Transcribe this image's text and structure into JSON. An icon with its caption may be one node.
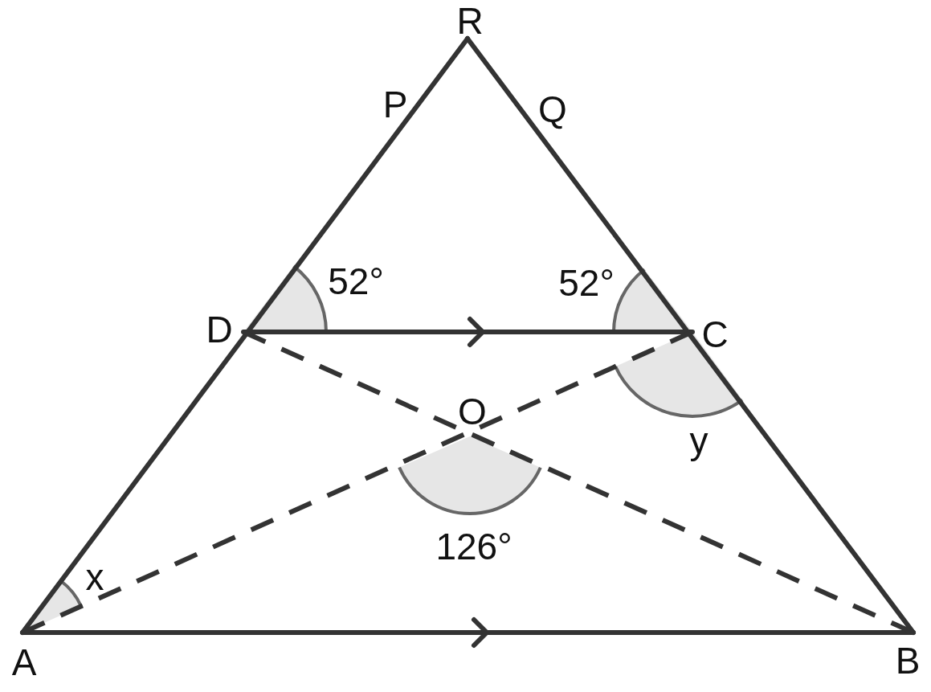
{
  "diagram": {
    "labels": [
      "R",
      "P",
      "Q",
      "52°",
      "52°",
      "D",
      "C",
      "O",
      "y",
      "126°",
      "x",
      "A",
      "B"
    ]
  }
}
